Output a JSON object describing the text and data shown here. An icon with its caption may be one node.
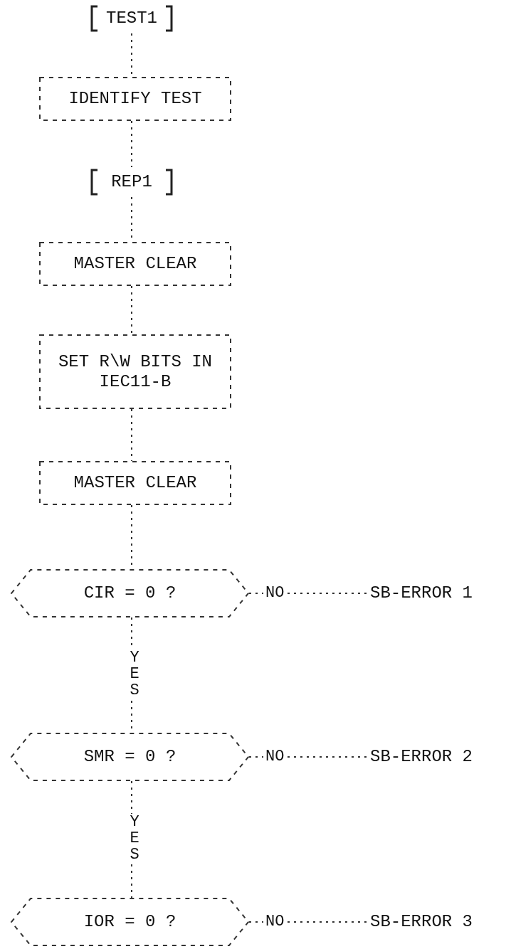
{
  "diagram": {
    "nodes": [
      {
        "text": [
          "TEST1"
        ]
      },
      {
        "text": [
          "IDENTIFY TEST"
        ]
      },
      {
        "text": [
          "REP1"
        ]
      },
      {
        "text": [
          "MASTER CLEAR"
        ]
      },
      {
        "text": [
          "SET R\\W BITS IN IEC11-B"
        ]
      },
      {
        "text": [
          "MASTER CLEAR"
        ]
      },
      {
        "text": [
          "CIR = 0 ?"
        ]
      },
      {
        "text": [
          "SB-ERROR 1"
        ]
      },
      {
        "text": [
          "SMR = 0 ?"
        ]
      },
      {
        "text": [
          "SB-ERROR 2"
        ]
      },
      {
        "text": [
          "IOR = 0 ?"
        ]
      },
      {
        "text": [
          "SB-ERROR 3"
        ]
      }
    ],
    "edges": [
      {
        "from": 0,
        "to": 1,
        "arrow": "none"
      },
      {
        "from": 1,
        "to": 2,
        "arrow": "none"
      },
      {
        "from": 2,
        "to": 3,
        "arrow": "none"
      },
      {
        "from": 3,
        "to": 4,
        "arrow": "none"
      },
      {
        "from": 4,
        "to": 5,
        "arrow": "none"
      },
      {
        "from": 5,
        "to": 6,
        "arrow": "none"
      },
      {
        "from": 6,
        "to": 7,
        "label": "NO",
        "arrow": "none"
      },
      {
        "from": 6,
        "to": 8,
        "label": "YES",
        "arrow": "none"
      },
      {
        "from": 8,
        "to": 9,
        "label": "NO",
        "arrow": "none"
      },
      {
        "from": 8,
        "to": 10,
        "label": "YES",
        "arrow": "none"
      },
      {
        "from": 10,
        "to": 11,
        "label": "NO",
        "arrow": "none"
      }
    ]
  }
}
